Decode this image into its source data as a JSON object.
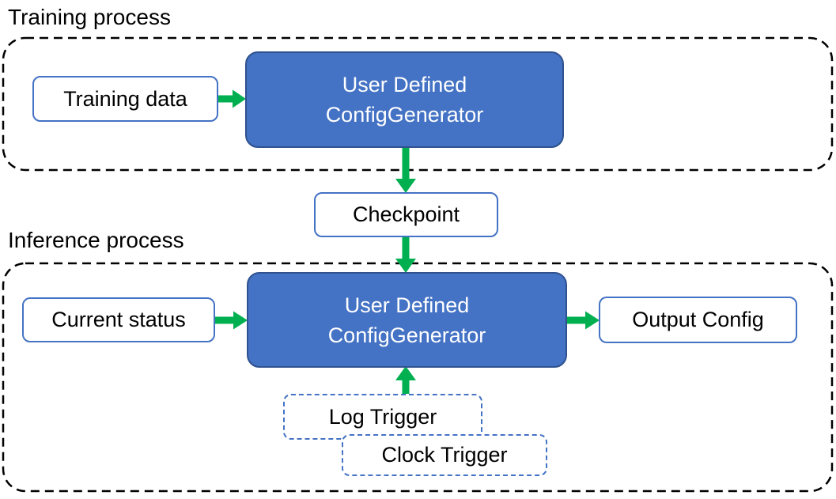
{
  "colors": {
    "generator_fill": "#4472C4",
    "generator_border": "#2F528F",
    "node_border": "#4472C4",
    "trigger_border": "#4472C4",
    "container_border": "#000000",
    "arrow": "#00B050",
    "generator_text": "#FFFFFF",
    "text": "#000000",
    "background": "#FFFFFF"
  },
  "training": {
    "section_label": "Training process",
    "nodes": {
      "training_data": "Training data",
      "generator_line1": "User Defined",
      "generator_line2": "ConfigGenerator"
    }
  },
  "checkpoint": {
    "label": "Checkpoint"
  },
  "inference": {
    "section_label": "Inference process",
    "nodes": {
      "current_status": "Current status",
      "generator_line1": "User Defined",
      "generator_line2": "ConfigGenerator",
      "output_config": "Output Config",
      "log_trigger": "Log Trigger",
      "clock_trigger": "Clock Trigger"
    }
  }
}
